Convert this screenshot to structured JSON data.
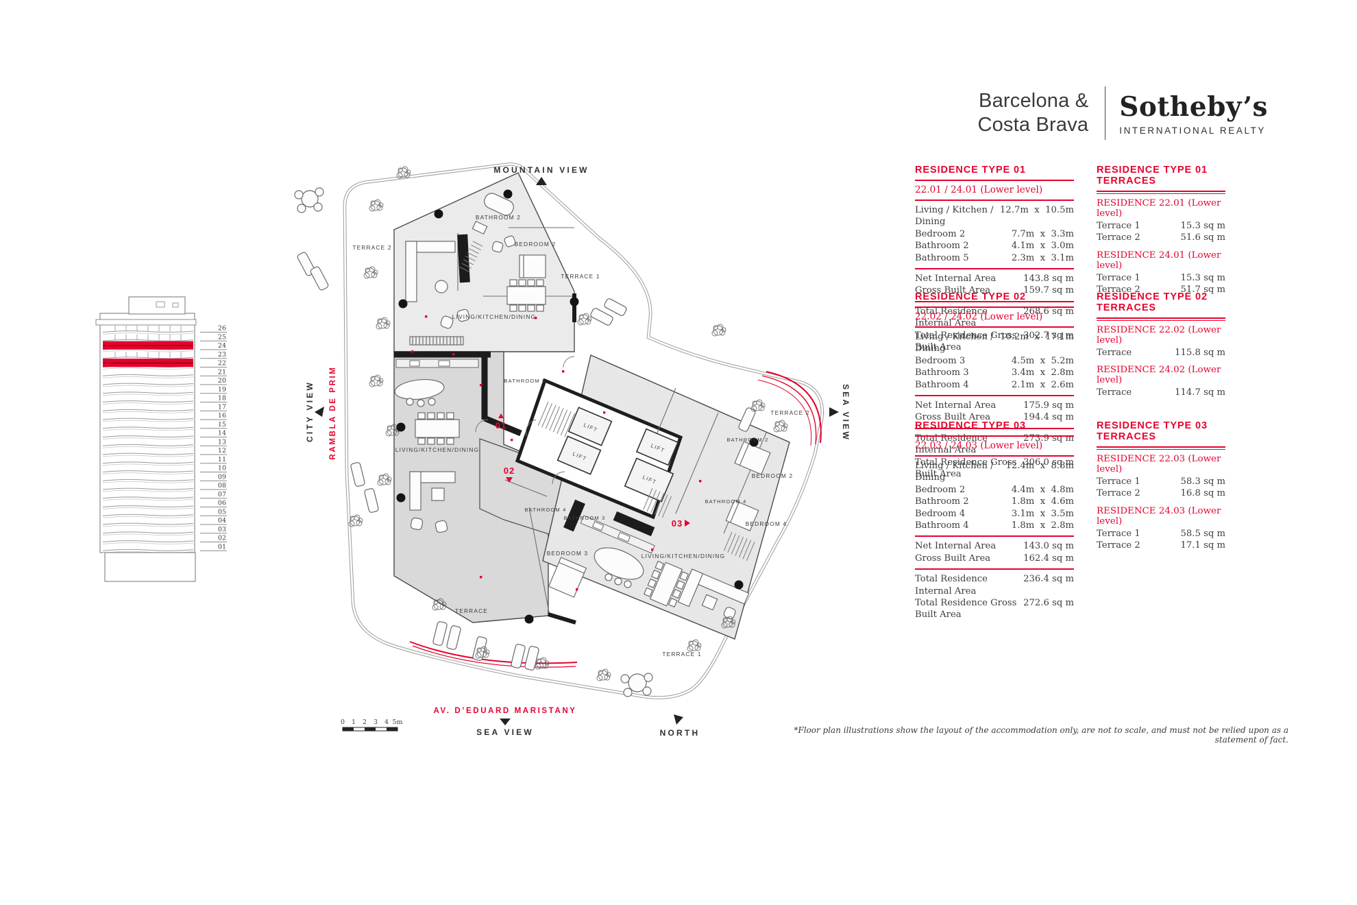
{
  "brand": {
    "region_line1": "Barcelona &",
    "region_line2": "Costa Brava",
    "name": "Sotheby’s",
    "tagline": "INTERNATIONAL REALTY"
  },
  "colors": {
    "accent": "#e4032e",
    "ink": "#3d3d3c"
  },
  "building": {
    "floors": [
      "26",
      "25",
      "24",
      "23",
      "22",
      "21",
      "20",
      "19",
      "18",
      "17",
      "16",
      "15",
      "14",
      "13",
      "12",
      "11",
      "10",
      "09",
      "08",
      "07",
      "06",
      "05",
      "04",
      "03",
      "02",
      "01"
    ],
    "highlighted_floors": [
      "24",
      "22"
    ]
  },
  "plan": {
    "compass": {
      "mountain_view": "MOUNTAIN VIEW",
      "city_view": "CITY VIEW",
      "sea_view_right": "SEA VIEW",
      "sea_view_bottom": "SEA VIEW",
      "north": "NORTH"
    },
    "streets": {
      "rambla": "RAMBLA DE PRIM",
      "avenue": "AV. D’EDUARD MARISTANY"
    },
    "scale": {
      "ticks": [
        "0",
        "1",
        "2",
        "3",
        "4",
        "5m"
      ]
    },
    "rooms": {
      "living": "LIVING/KITCHEN/DINING",
      "bedroom2": "BEDROOM 2",
      "bedroom3": "BEDROOM 3",
      "bedroom4": "BEDROOM 4",
      "bathroom2": "BATHROOM 2",
      "bathroom3": "BATHROOM 3",
      "bathroom4": "BATHROOM 4",
      "bathroom5": "BATHROOM 5",
      "lift": "LIFT",
      "terrace": "TERRACE",
      "terrace1": "TERRACE 1",
      "terrace2": "TERRACE 2"
    },
    "unit_markers": {
      "u01": "01",
      "u02": "02",
      "u03": "03"
    }
  },
  "tables": {
    "residences": [
      {
        "title": "RESIDENCE TYPE 01",
        "subtitle": "22.01 / 24.01 (Lower level)",
        "rooms": [
          [
            "Living / Kitchen / Dining",
            "12.7m  x  10.5m"
          ],
          [
            "Bedroom 2",
            "7.7m  x  3.3m"
          ],
          [
            "Bathroom 2",
            "4.1m  x  3.0m"
          ],
          [
            "Bathroom 5",
            "2.3m  x  3.1m"
          ]
        ],
        "areas": [
          [
            "Net Internal Area",
            "143.8 sq m"
          ],
          [
            "Gross Built Area",
            "159.7 sq m"
          ]
        ],
        "totals": [
          [
            "Total Residence Internal Area",
            "268.6 sq m"
          ],
          [
            "Total Residence Gross Built Area",
            "302.7 sq m"
          ]
        ]
      },
      {
        "title": "RESIDENCE TYPE 02",
        "subtitle": "22.02 / 24.02 (Lower level)",
        "rooms": [
          [
            "Living / Kitchen / Dining",
            "10.2m  x  17.1m"
          ],
          [
            "Bedroom 3",
            "4.5m  x  5.2m"
          ],
          [
            "Bathroom 3",
            "3.4m  x  2.8m"
          ],
          [
            "Bathroom 4",
            "2.1m  x  2.6m"
          ]
        ],
        "areas": [
          [
            "Net Internal Area",
            "175.9 sq m"
          ],
          [
            "Gross Built Area",
            "194.4 sq m"
          ]
        ],
        "totals": [
          [
            "Total Residence Internal Area",
            "273.9 sq m"
          ],
          [
            "Total Residence Gross Built Area",
            "306.0 sq m"
          ]
        ]
      },
      {
        "title": "RESIDENCE TYPE 03",
        "subtitle": "22.03 / 24.03 (Lower level)",
        "rooms": [
          [
            "Living / Kitchen / Dining",
            "12.4m  x  8.8m"
          ],
          [
            "Bedroom 2",
            "4.4m  x  4.8m"
          ],
          [
            "Bathroom 2",
            "1.8m  x  4.6m"
          ],
          [
            "Bedroom 4",
            "3.1m  x  3.5m"
          ],
          [
            "Bathroom 4",
            "1.8m  x  2.8m"
          ]
        ],
        "areas": [
          [
            "Net Internal Area",
            "143.0 sq m"
          ],
          [
            "Gross Built Area",
            "162.4 sq m"
          ]
        ],
        "totals": [
          [
            "Total Residence Internal Area",
            "236.4 sq m"
          ],
          [
            "Total Residence Gross Built Area",
            "272.6 sq m"
          ]
        ]
      }
    ],
    "terraces": [
      {
        "title": "RESIDENCE TYPE 01 TERRACES",
        "groups": [
          {
            "label": "RESIDENCE 22.01 (Lower level)",
            "rows": [
              [
                "Terrace 1",
                "15.3 sq m"
              ],
              [
                "Terrace 2",
                "51.6 sq m"
              ]
            ]
          },
          {
            "label": "RESIDENCE 24.01 (Lower level)",
            "rows": [
              [
                "Terrace 1",
                "15.3 sq m"
              ],
              [
                "Terrace 2",
                "51.7 sq m"
              ]
            ]
          }
        ]
      },
      {
        "title": "RESIDENCE TYPE 02 TERRACES",
        "groups": [
          {
            "label": "RESIDENCE 22.02 (Lower level)",
            "rows": [
              [
                "Terrace",
                "115.8 sq m"
              ]
            ]
          },
          {
            "label": "RESIDENCE 24.02 (Lower level)",
            "rows": [
              [
                "Terrace",
                "114.7 sq m"
              ]
            ]
          }
        ]
      },
      {
        "title": "RESIDENCE TYPE 03 TERRACES",
        "groups": [
          {
            "label": "RESIDENCE 22.03 (Lower level)",
            "rows": [
              [
                "Terrace 1",
                "58.3 sq m"
              ],
              [
                "Terrace 2",
                "16.8 sq m"
              ]
            ]
          },
          {
            "label": "RESIDENCE 24.03 (Lower level)",
            "rows": [
              [
                "Terrace 1",
                "58.5 sq m"
              ],
              [
                "Terrace 2",
                "17.1 sq m"
              ]
            ]
          }
        ]
      }
    ]
  },
  "disclaimer": "*Floor plan illustrations show the layout of the accommodation only, are not to scale, and must not be relied upon as a statement of fact."
}
